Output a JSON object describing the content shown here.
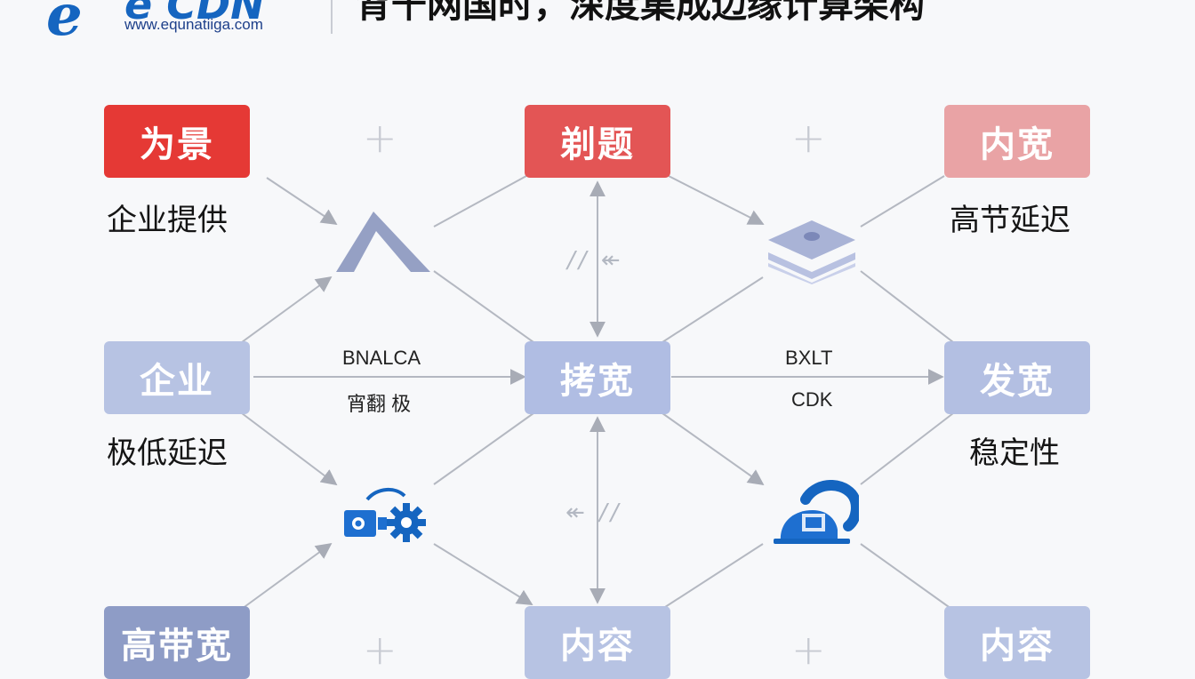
{
  "header": {
    "logo_brand": "e CDN",
    "logo_url": "www.equnatiiga.com",
    "title": "背千网国时，深度集成边缘计算架构"
  },
  "nodes": {
    "n1": {
      "label": "为景",
      "color": "#e53935"
    },
    "n2": {
      "label": "企业",
      "color": "#b7c3e3"
    },
    "n3": {
      "label": "高带宽",
      "color": "#8e9cc6"
    },
    "n4": {
      "label": "剃题",
      "color": "#e35555"
    },
    "n5": {
      "label": "拷宽",
      "color": "#b0bde3"
    },
    "n6": {
      "label": "内容",
      "color": "#b7c3e3"
    },
    "n7": {
      "label": "内宽",
      "color": "#e9a3a5"
    },
    "n8": {
      "label": "发宽",
      "color": "#b3bfe2"
    },
    "n9": {
      "label": "内容",
      "color": "#b7c3e3"
    }
  },
  "captions": {
    "c1": "企业提供",
    "c2": "极低延迟",
    "c3": "高节延迟",
    "c4": "稳定性"
  },
  "edge_labels": {
    "left_top": "BNALCA",
    "left_bottom": "宵翻 极",
    "right_top": "BXLT",
    "right_bottom": "CDK"
  },
  "glyphs": {
    "plus": "+",
    "plus_alt": "+",
    "slash_top": "// ↞",
    "slash_bottom": "↞ //"
  },
  "icons": [
    "mountain-peak-icon",
    "layers-stack-icon",
    "camera-gear-icon",
    "satellite-dish-icon"
  ],
  "colors": {
    "accent_blue": "#1565c0",
    "icon_gray": "#95a0c4",
    "arrow": "#a8acb6"
  }
}
